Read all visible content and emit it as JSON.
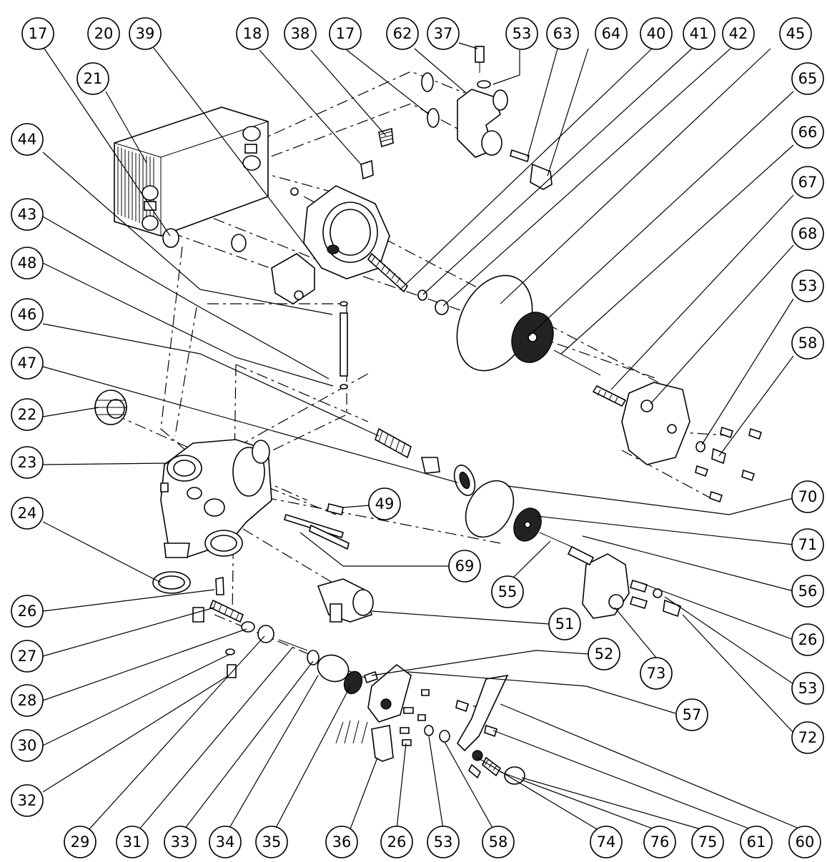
{
  "colors": {
    "line": "#000000",
    "background": "#ffffff"
  },
  "callouts": [
    {
      "id": "c17a",
      "label": "17"
    },
    {
      "id": "c20",
      "label": "20"
    },
    {
      "id": "c39",
      "label": "39"
    },
    {
      "id": "c18",
      "label": "18"
    },
    {
      "id": "c38",
      "label": "38"
    },
    {
      "id": "c17b",
      "label": "17"
    },
    {
      "id": "c62",
      "label": "62"
    },
    {
      "id": "c37",
      "label": "37"
    },
    {
      "id": "c53a",
      "label": "53"
    },
    {
      "id": "c63",
      "label": "63"
    },
    {
      "id": "c64",
      "label": "64"
    },
    {
      "id": "c40",
      "label": "40"
    },
    {
      "id": "c41",
      "label": "41"
    },
    {
      "id": "c42",
      "label": "42"
    },
    {
      "id": "c45",
      "label": "45"
    },
    {
      "id": "c21",
      "label": "21"
    },
    {
      "id": "c65",
      "label": "65"
    },
    {
      "id": "c66",
      "label": "66"
    },
    {
      "id": "c44",
      "label": "44"
    },
    {
      "id": "c67",
      "label": "67"
    },
    {
      "id": "c43",
      "label": "43"
    },
    {
      "id": "c68",
      "label": "68"
    },
    {
      "id": "c48",
      "label": "48"
    },
    {
      "id": "c53b",
      "label": "53"
    },
    {
      "id": "c46",
      "label": "46"
    },
    {
      "id": "c58a",
      "label": "58"
    },
    {
      "id": "c47",
      "label": "47"
    },
    {
      "id": "c22",
      "label": "22"
    },
    {
      "id": "c23",
      "label": "23"
    },
    {
      "id": "c49",
      "label": "49"
    },
    {
      "id": "c70",
      "label": "70"
    },
    {
      "id": "c24",
      "label": "24"
    },
    {
      "id": "c71",
      "label": "71"
    },
    {
      "id": "c69",
      "label": "69"
    },
    {
      "id": "c55",
      "label": "55"
    },
    {
      "id": "c56",
      "label": "56"
    },
    {
      "id": "c26a",
      "label": "26"
    },
    {
      "id": "c51",
      "label": "51"
    },
    {
      "id": "c27",
      "label": "27"
    },
    {
      "id": "c26b",
      "label": "26"
    },
    {
      "id": "c52",
      "label": "52"
    },
    {
      "id": "c73",
      "label": "73"
    },
    {
      "id": "c28",
      "label": "28"
    },
    {
      "id": "c53c",
      "label": "53"
    },
    {
      "id": "c57",
      "label": "57"
    },
    {
      "id": "c30",
      "label": "30"
    },
    {
      "id": "c72",
      "label": "72"
    },
    {
      "id": "c32",
      "label": "32"
    },
    {
      "id": "c29",
      "label": "29"
    },
    {
      "id": "c31",
      "label": "31"
    },
    {
      "id": "c33",
      "label": "33"
    },
    {
      "id": "c34",
      "label": "34"
    },
    {
      "id": "c35",
      "label": "35"
    },
    {
      "id": "c36",
      "label": "36"
    },
    {
      "id": "c26c",
      "label": "26"
    },
    {
      "id": "c53d",
      "label": "53"
    },
    {
      "id": "c58b",
      "label": "58"
    },
    {
      "id": "c74",
      "label": "74"
    },
    {
      "id": "c76",
      "label": "76"
    },
    {
      "id": "c75",
      "label": "75"
    },
    {
      "id": "c61",
      "label": "61"
    },
    {
      "id": "c60",
      "label": "60"
    }
  ]
}
